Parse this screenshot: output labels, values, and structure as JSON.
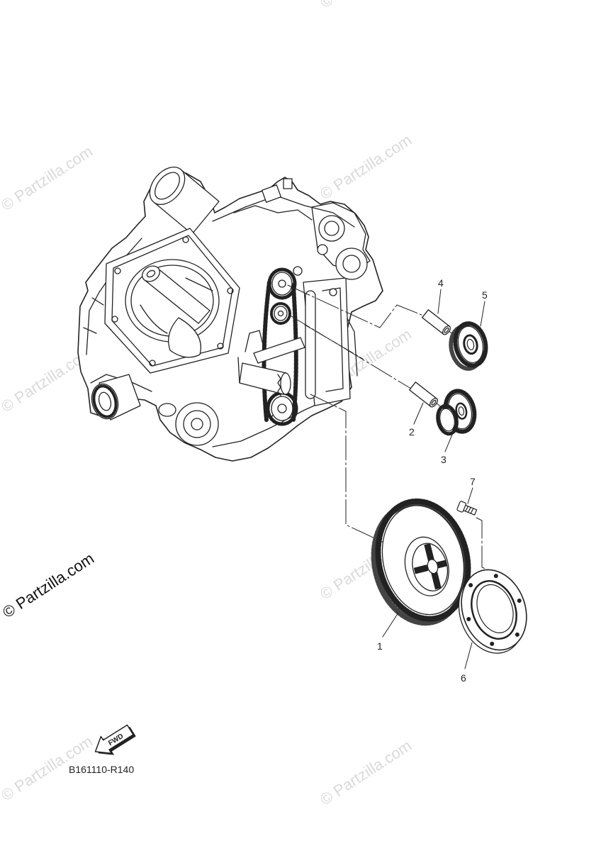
{
  "watermark": {
    "text": "© Partzilla.com"
  },
  "callouts": {
    "part_1": "1",
    "part_2": "2",
    "part_3": "3",
    "part_4": "4",
    "part_5": "5",
    "part_6": "6",
    "part_7": "7"
  },
  "fwd_arrow": {
    "label": "FWD"
  },
  "diagram_code": "B161110-R140",
  "colors": {
    "line": "#222222",
    "watermark_faint": "#dadada",
    "watermark_dark": "#111111"
  }
}
